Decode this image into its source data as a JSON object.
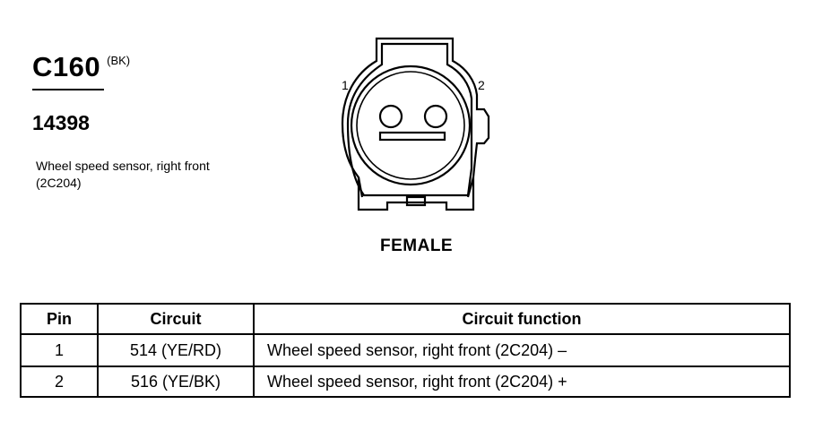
{
  "connector": {
    "code": "C160",
    "color": "(BK)",
    "part_number": "14398",
    "description": "Wheel speed sensor, right front (2C204)"
  },
  "diagram": {
    "pin_labels": [
      "1",
      "2"
    ],
    "gender": "FEMALE"
  },
  "pinout_table": {
    "headers": {
      "pin": "Pin",
      "circuit": "Circuit",
      "function": "Circuit function"
    },
    "rows": [
      {
        "pin": "1",
        "circuit": "514 (YE/RD)",
        "function": "Wheel speed sensor, right front (2C204) –"
      },
      {
        "pin": "2",
        "circuit": "516 (YE/BK)",
        "function": "Wheel speed sensor, right front (2C204) +"
      }
    ]
  }
}
